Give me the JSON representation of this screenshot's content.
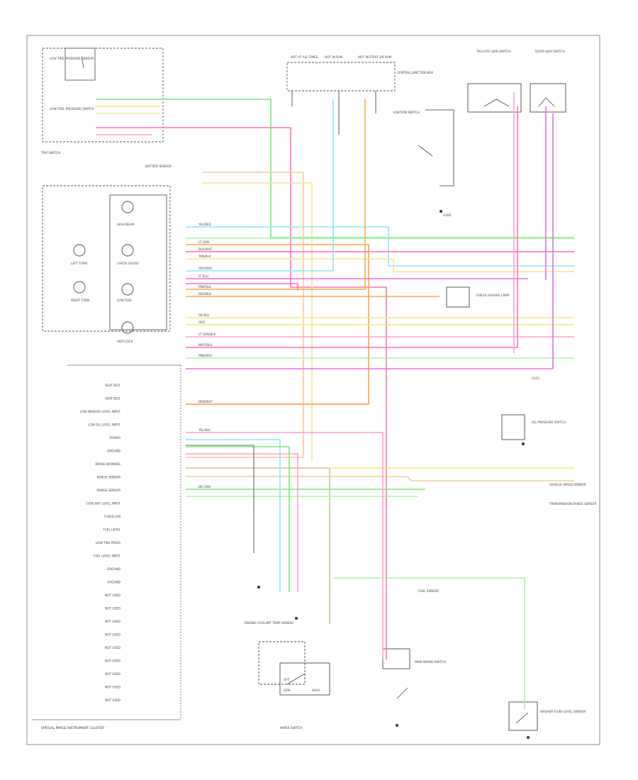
{
  "title": "",
  "footer": {
    "cluster_name": "VIRTUAL IMAGE INSTRUMENT CLUSTER",
    "page_id": "",
    "wipe_switch_label": "WIPER SWITCH"
  },
  "colors": {
    "green": "#79e879",
    "lt_green": "#a8f3a8",
    "cyan": "#8ae8f2",
    "pink": "#ff6fb5",
    "lt_pink": "#ffa0d2",
    "magenta": "#e86ee0",
    "orange": "#ffa54a",
    "yellow": "#f2ec6a",
    "lt_yellow": "#f5e68c",
    "tan": "#e6d39a",
    "olive": "#c9c28a",
    "peach": "#ffc890",
    "gray": "#666666"
  },
  "components": {
    "top_fuse_a": "HOT AT ALL TIMES",
    "top_fuse_b": "HOT IN RUN",
    "top_fuse_c": "HOT IN START OR RUN",
    "fuse_panel": "CENTRAL JUNCTION BOX",
    "oil_sensor": "LOW TIRE PRESSURE SENSOR",
    "oil_press": "LOW FUEL PRESSURE SWITCH",
    "trip_switch": "TRIP SWITCH",
    "battery_sensor": "BATTERY SENSOR",
    "relay_right": "TAILGATE AJAR SWITCH",
    "door_ajar": "DOOR AJAR SWITCH",
    "ign_sw": "IGNITION SWITCH",
    "check_gauges": "CHECK GAUGES LAMP",
    "fuel_sender": "FUEL SENDER",
    "trans_range": "TRANSMISSION RANGE SENSOR",
    "ground_a": "G200",
    "ground_b": "G201",
    "speed_sensor": "VEHICLE SPEED SENSOR",
    "oil_pressure_sender": "OIL PRESSURE SWITCH",
    "park_brake": "PARK BRAKE SWITCH",
    "washer_level": "WASHER FLUID LEVEL SENSOR",
    "engine_coolant": "ENGINE COOLANT TEMP SENDER"
  },
  "gauges": [
    "LEFT TURN",
    "RIGHT TURN",
    "HIGH BEAM",
    "CHECK GAUGE",
    "LOW FUEL",
    "ANTI-LOCK"
  ],
  "cluster_pins": [
    "SEAT BELT",
    "SEAT BELT",
    "LOW WASHER LEVEL INPUT",
    "LOW OIL LEVEL INPUT",
    "POWER",
    "GROUND",
    "BRAKE WARNING",
    "RANGE SENSOR",
    "RANGE SENSOR",
    "COOLANT LEVEL INPUT",
    "FUSED IGN",
    "FUEL LEVEL",
    "LOW TIRE PRESS",
    "FUEL LEVEL INPUT",
    "GROUND",
    "GROUND",
    "NOT USED",
    "NOT USED",
    "NOT USED",
    "NOT USED",
    "NOT USED",
    "NOT USED",
    "NOT USED",
    "NOT USED",
    "NOT USED"
  ],
  "wire_labels": [
    "YEL/RED",
    "LT GRN",
    "BLK/WHT",
    "TAN/BLK",
    "GRY/ORG",
    "LT BLU",
    "PNK/BLK",
    "RED/BLK",
    "DK BLU",
    "ORG",
    "LT GRN/BLK",
    "WHT/BLU",
    "PNK/ORG",
    "BRN/WHT",
    "YEL/BLK",
    "DK GRN"
  ],
  "wipe_positions": [
    "OFF",
    "LOW",
    "HIGH"
  ]
}
